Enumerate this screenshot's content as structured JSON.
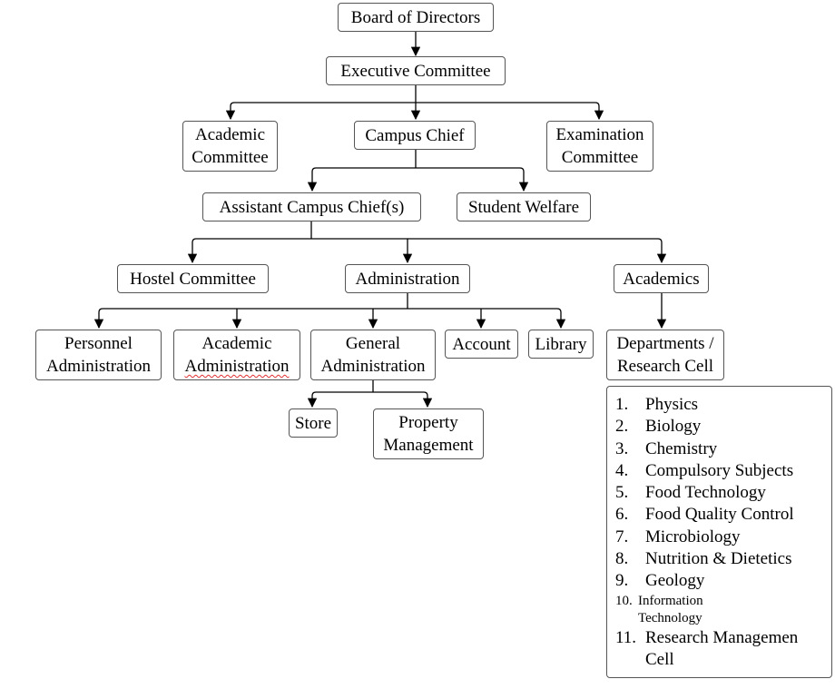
{
  "nodes": {
    "board": "Board of Directors",
    "executive": "Executive Committee",
    "academic_committee": [
      "Academic",
      "Committee"
    ],
    "campus_chief": "Campus Chief",
    "examination_committee": [
      "Examination",
      "Committee"
    ],
    "assistant_chief": "Assistant Campus Chief(s)",
    "student_welfare": "Student Welfare",
    "hostel": "Hostel Committee",
    "administration": "Administration",
    "academics": "Academics",
    "personnel_admin": [
      "Personnel",
      "Administration"
    ],
    "academic_admin": [
      "Academic",
      "Administration"
    ],
    "general_admin": [
      "General",
      "Administration"
    ],
    "account": "Account",
    "library": "Library",
    "departments": [
      "Departments /",
      "Research Cell"
    ],
    "store": "Store",
    "property": [
      "Property",
      "Management"
    ]
  },
  "departments_list": [
    {
      "num": "1.",
      "text": "Physics"
    },
    {
      "num": "2.",
      "text": "Biology"
    },
    {
      "num": "3.",
      "text": "Chemistry"
    },
    {
      "num": "4.",
      "text": "Compulsory Subjects"
    },
    {
      "num": "5.",
      "text": "Food Technology"
    },
    {
      "num": "6.",
      "text": "Food Quality Control"
    },
    {
      "num": "7.",
      "text": "Microbiology"
    },
    {
      "num": "8.",
      "text": "Nutrition & Dietetics"
    },
    {
      "num": "9.",
      "text": "Geology"
    },
    {
      "num": "10.",
      "text": "Information",
      "text2": "Technology"
    },
    {
      "num": "11.",
      "text": "Research Managemen",
      "text2": "Cell"
    }
  ],
  "colors": {
    "line": "#000000",
    "border": "#555555",
    "spellcheck": "#e03030"
  }
}
